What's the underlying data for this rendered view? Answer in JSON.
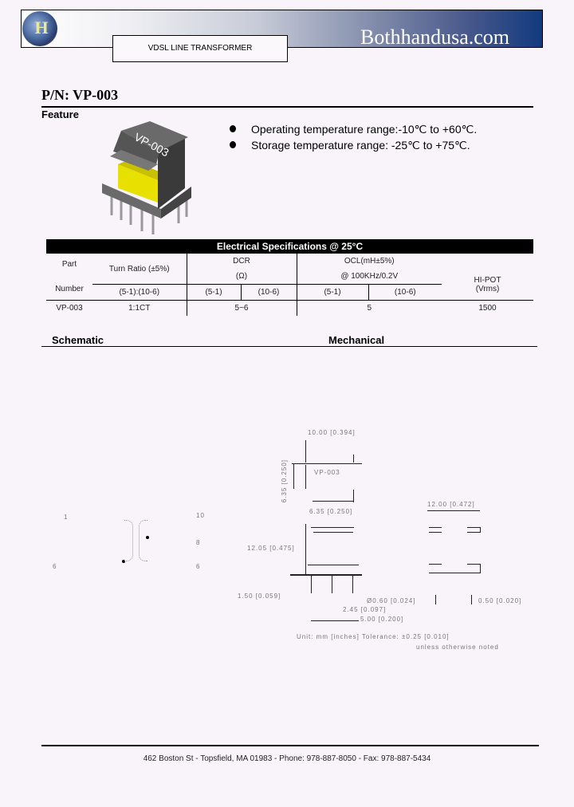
{
  "header": {
    "site_name": "Bothhandusa.com",
    "product_line": "VDSL LINE TRANSFORMER",
    "logo_text": "H",
    "banner_gradient": [
      "#ffffff",
      "#123a7e"
    ]
  },
  "part": {
    "title": "P/N: VP-003",
    "image_label": "VP-003",
    "bobbin_color": "#e8e000",
    "core_color": "#5a5a5a"
  },
  "feature": {
    "heading": "Feature",
    "items": [
      "Operating temperature range:-10℃ to +60℃.",
      "Storage temperature range: -25℃ to +75℃."
    ]
  },
  "spec_table": {
    "caption": "Electrical Specifications @ 25°C",
    "headers": {
      "part_line1": "Part",
      "part_line2": "Number",
      "turn_ratio": "Turn Ratio (±5%)",
      "turn_ratio_sub": "(5-1):(10-6)",
      "dcr": "DCR",
      "dcr_unit": "(Ω)",
      "dcr_sub1": "(5-1)",
      "dcr_sub2": "(10-6)",
      "ocl": "OCL(mH±5%)",
      "ocl_cond": "@ 100KHz/0.2V",
      "ocl_sub1": "(5-1)",
      "ocl_sub2": "(10-6)",
      "hipot": "HI-POT",
      "hipot_unit": "(Vrms)"
    },
    "rows": [
      {
        "part": "VP-003",
        "turn_ratio": "1:1CT",
        "dcr": "5~6",
        "ocl": "5",
        "hipot": "1500"
      }
    ]
  },
  "sections": {
    "schematic": "Schematic",
    "mechanical": "Mechanical"
  },
  "schematic": {
    "pins_left": [
      "1",
      "6"
    ],
    "pins_right": [
      "10",
      "8",
      "6"
    ]
  },
  "mechanical": {
    "dims": {
      "top_width": "10.00 [0.394]",
      "side_height": "6.35 [0.250]",
      "top_label": "VP-003",
      "pin_row_width": "6.35 [0.250]",
      "body_height": "12.05 [0.475]",
      "pin_length": "1.50 [0.059]",
      "pin_dia": "Ø0.60 [0.024]",
      "pitch": "2.45 [0.097]",
      "row_span": "5.00 [0.200]",
      "right_width": "12.00 [0.472]",
      "pad": "0.50 [0.020]"
    },
    "note_line1": "Unit: mm [inches]  Tolerance: ±0.25 [0.010]",
    "note_line2": "unless otherwise noted"
  },
  "footer": {
    "address": "462 Boston St - Topsfield, MA 01983 - Phone: 978-887-8050 - Fax: 978-887-5434"
  }
}
